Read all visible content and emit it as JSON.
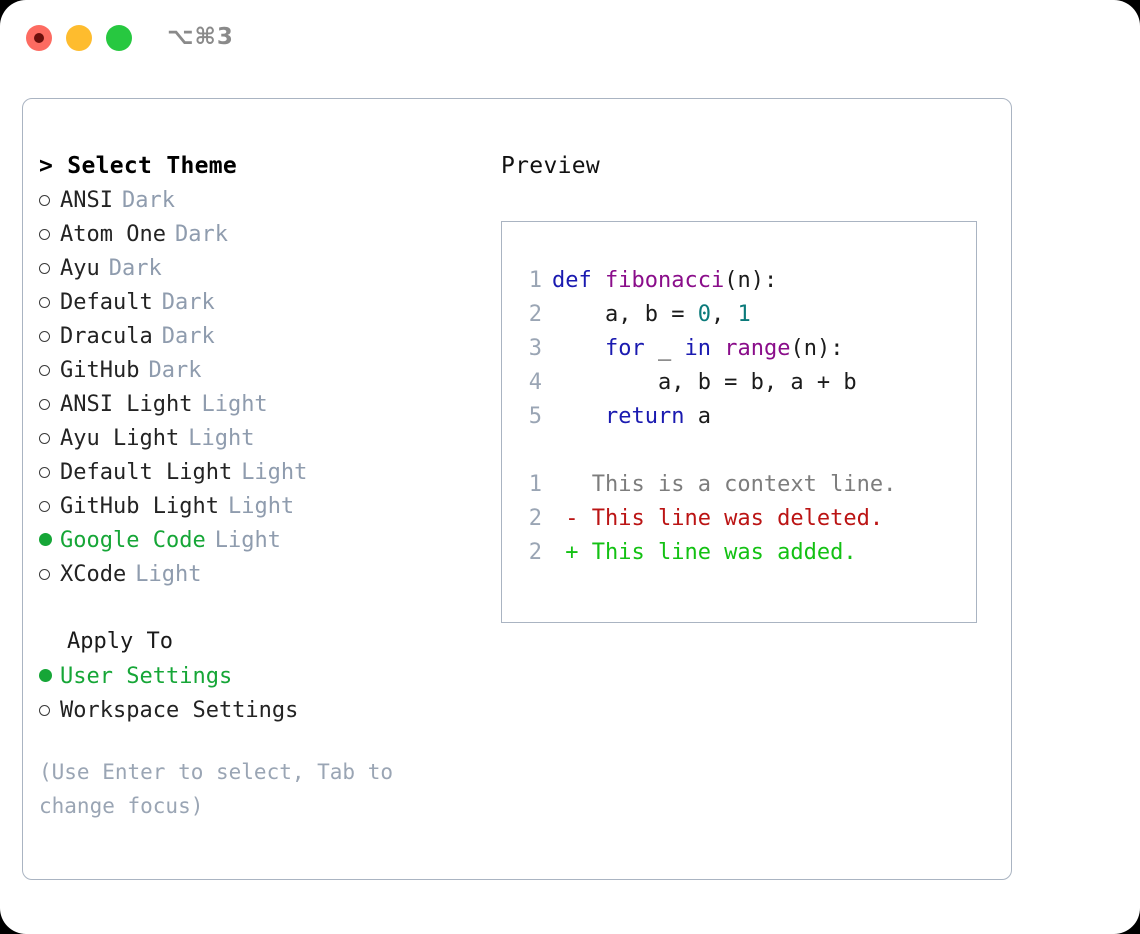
{
  "window": {
    "shortcut": "⌥⌘3",
    "traffic_lights": [
      "close-red",
      "minimize-yellow",
      "maximize-green"
    ]
  },
  "theme_picker": {
    "header": "> Select Theme",
    "items": [
      {
        "name": "ANSI",
        "variant": "Dark",
        "selected": false
      },
      {
        "name": "Atom One",
        "variant": "Dark",
        "selected": false
      },
      {
        "name": "Ayu",
        "variant": "Dark",
        "selected": false
      },
      {
        "name": "Default",
        "variant": "Dark",
        "selected": false
      },
      {
        "name": "Dracula",
        "variant": "Dark",
        "selected": false
      },
      {
        "name": "GitHub",
        "variant": "Dark",
        "selected": false
      },
      {
        "name": "ANSI Light",
        "variant": "Light",
        "selected": false
      },
      {
        "name": "Ayu Light",
        "variant": "Light",
        "selected": false
      },
      {
        "name": "Default Light",
        "variant": "Light",
        "selected": false
      },
      {
        "name": "GitHub Light",
        "variant": "Light",
        "selected": false
      },
      {
        "name": "Google Code",
        "variant": "Light",
        "selected": true
      },
      {
        "name": "XCode",
        "variant": "Light",
        "selected": false
      }
    ]
  },
  "apply_to": {
    "label": "Apply To",
    "options": [
      {
        "name": "User Settings",
        "selected": true
      },
      {
        "name": "Workspace Settings",
        "selected": false
      }
    ]
  },
  "hint": "(Use Enter to select, Tab to change focus)",
  "preview": {
    "title": "Preview",
    "code_lines": [
      {
        "n": "1",
        "tokens": [
          {
            "t": "def ",
            "c": "kw"
          },
          {
            "t": "fibonacci",
            "c": "fn"
          },
          {
            "t": "(n):",
            "c": "plain"
          }
        ]
      },
      {
        "n": "2",
        "tokens": [
          {
            "t": "    a, b = ",
            "c": "plain"
          },
          {
            "t": "0",
            "c": "num"
          },
          {
            "t": ", ",
            "c": "plain"
          },
          {
            "t": "1",
            "c": "num"
          }
        ]
      },
      {
        "n": "3",
        "tokens": [
          {
            "t": "    ",
            "c": "plain"
          },
          {
            "t": "for",
            "c": "kw"
          },
          {
            "t": " _ ",
            "c": "plain"
          },
          {
            "t": "in",
            "c": "kw"
          },
          {
            "t": " ",
            "c": "plain"
          },
          {
            "t": "range",
            "c": "fn"
          },
          {
            "t": "(n):",
            "c": "plain"
          }
        ]
      },
      {
        "n": "4",
        "tokens": [
          {
            "t": "        a, b = b, a + b",
            "c": "plain"
          }
        ]
      },
      {
        "n": "5",
        "tokens": [
          {
            "t": "    ",
            "c": "plain"
          },
          {
            "t": "return",
            "c": "kw"
          },
          {
            "t": " a",
            "c": "plain"
          }
        ]
      }
    ],
    "diff_lines": [
      {
        "n": "1",
        "marker": " ",
        "text": "This is a context line.",
        "kind": "ctx"
      },
      {
        "n": "2",
        "marker": "-",
        "text": "This line was deleted.",
        "kind": "del"
      },
      {
        "n": "2",
        "marker": "+",
        "text": "This line was added.",
        "kind": "add"
      }
    ]
  },
  "colors": {
    "accent_green": "#16a637",
    "variant_tag": "#8f9cae",
    "keyword": "#1a1ab0",
    "function": "#8a0d8a",
    "number": "#0b7a7a",
    "diff_context": "#7d7d7d",
    "diff_deleted": "#bb1414",
    "diff_added": "#13c113",
    "border": "#aab4c2"
  }
}
